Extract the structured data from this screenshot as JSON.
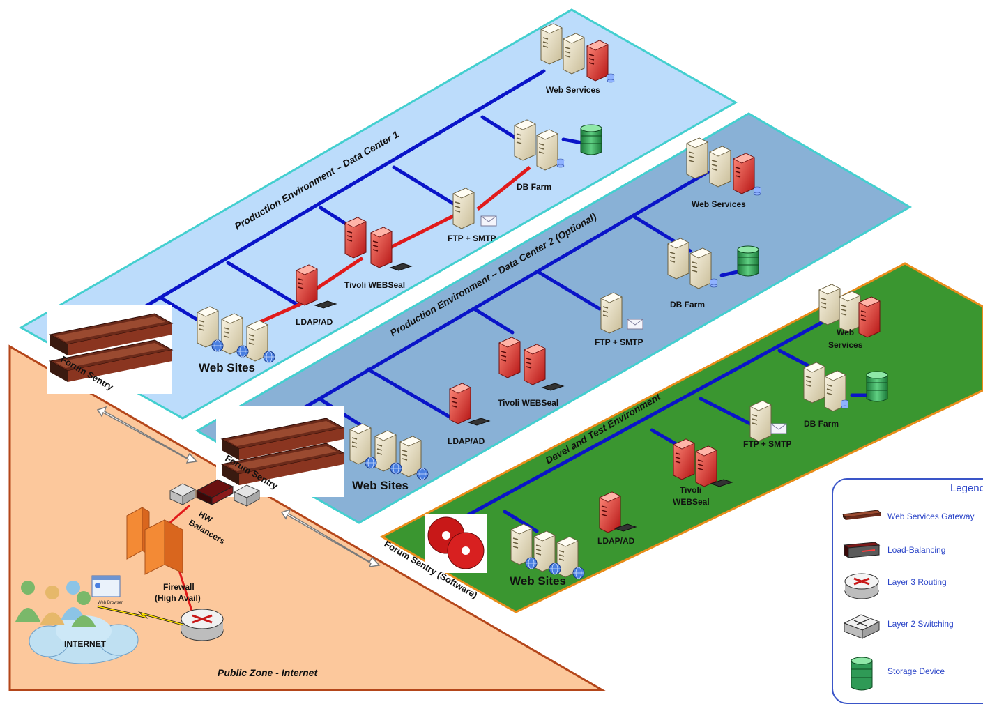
{
  "zones": {
    "dc1": {
      "title": "Production Environment – Data Center 1"
    },
    "dc2": {
      "title": "Production Environment – Data Center 2  (Optional)"
    },
    "devtest": {
      "title": "Devel and Test Environment"
    },
    "public": {
      "title": "Public Zone  - Internet"
    }
  },
  "labels": {
    "dc1_web_services": "Web Services",
    "dc1_db_farm": "DB Farm",
    "dc1_ftp_smtp": "FTP + SMTP",
    "dc1_tivoli": "Tivoli WEBSeal",
    "dc1_ldap": "LDAP/AD",
    "dc1_web_sites": "Web Sites",
    "dc1_forum_sentry": "Forum Sentry",
    "dc2_web_services": "Web Services",
    "dc2_db_farm": "DB Farm",
    "dc2_ftp_smtp": "FTP + SMTP",
    "dc2_tivoli": "Tivoli WEBSeal",
    "dc2_ldap": "LDAP/AD",
    "dc2_web_sites": "Web Sites",
    "dc2_forum_sentry": "Forum Sentry",
    "dt_web_services_1": "Web",
    "dt_web_services_2": "Services",
    "dt_db_farm": "DB Farm",
    "dt_ftp_smtp": "FTP + SMTP",
    "dt_tivoli_1": "Tivoli",
    "dt_tivoli_2": "WEBSeal",
    "dt_ldap": "LDAP/AD",
    "dt_web_sites": "Web Sites",
    "dt_forum_sentry": "Forum Sentry (Software)",
    "hw_balancers_1": "HW",
    "hw_balancers_2": "Balancers",
    "firewall_1": "Firewall",
    "firewall_2": "(High Avail)",
    "internet": "INTERNET",
    "web_browser": "Web Browser"
  },
  "legend": {
    "title": "Legend",
    "items": [
      {
        "label": "Web Services Gateway",
        "icon": "gateway-icon"
      },
      {
        "label": "Load-Balancing",
        "icon": "load-balancer-icon"
      },
      {
        "label": "Layer 3 Routing",
        "icon": "router-icon"
      },
      {
        "label": "Layer 2 Switching",
        "icon": "switch-icon"
      },
      {
        "label": "Storage Device",
        "icon": "storage-icon"
      }
    ]
  },
  "colors": {
    "dc1_fill": "#bcdcfb",
    "dc2_fill": "#89b1d6",
    "devtest_fill": "#3a9630",
    "public_fill": "#fcc89c",
    "zone_border": "#43cfcf",
    "devtest_border": "#e98c1a",
    "backbone": "#0a14c8",
    "secure_link": "#e11b1b",
    "legend_text": "#2a44c8"
  }
}
